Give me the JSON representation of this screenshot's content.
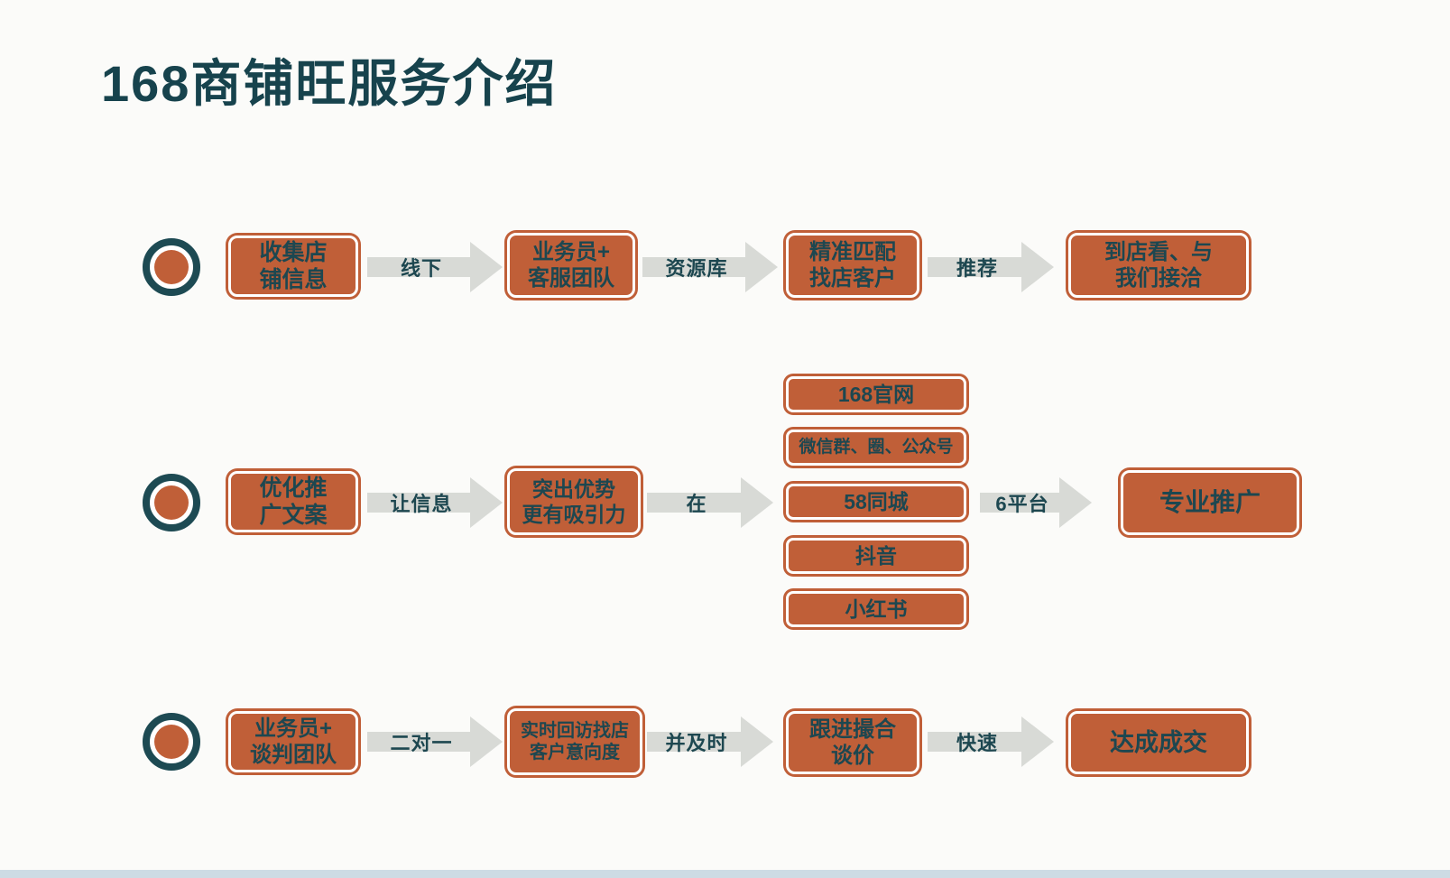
{
  "title": "168商铺旺服务介绍",
  "colors": {
    "background": "#fbfbf9",
    "box_orange": "#c05f38",
    "text_teal": "#1d4750",
    "title_teal": "#17434d",
    "arrow_gray": "#d8dad6",
    "bottom_strip_blue": "#cddbe4"
  },
  "row1": {
    "box1": "收集店\n铺信息",
    "arrow1": "线下",
    "box2": "业务员+\n客服团队",
    "arrow2": "资源库",
    "box3": "精准匹配\n找店客户",
    "arrow3": "推荐",
    "box4": "到店看、与\n我们接洽"
  },
  "row2": {
    "box1": "优化推\n广文案",
    "arrow1": "让信息",
    "box2": "突出优势\n更有吸引力",
    "arrow2": "在",
    "platforms": [
      "168官网",
      "微信群、圈、公众号",
      "58同城",
      "抖音",
      "小红书"
    ],
    "arrow3": "6平台",
    "box3": "专业推广"
  },
  "row3": {
    "box1": "业务员+\n谈判团队",
    "arrow1": "二对一",
    "box2": "实时回访找店\n客户意向度",
    "arrow2": "并及时",
    "box3": "跟进撮合\n谈价",
    "arrow3": "快速",
    "box4": "达成成交"
  }
}
